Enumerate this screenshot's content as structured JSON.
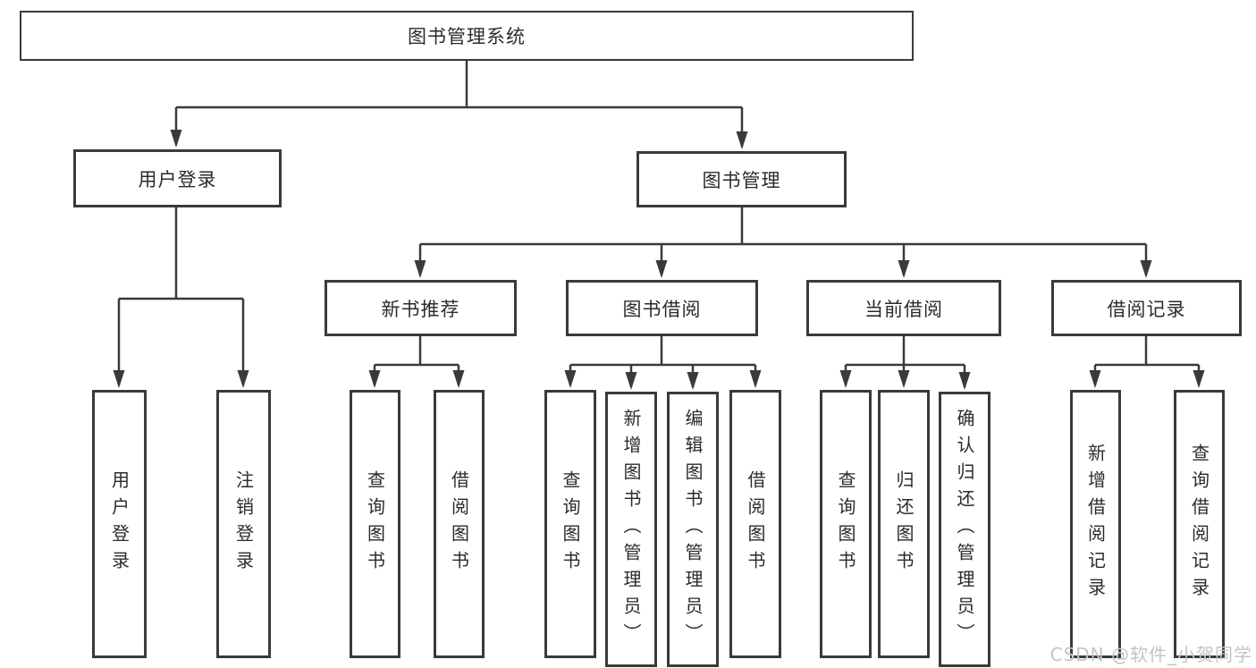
{
  "colors": {
    "line": "#3a3a3a",
    "box_border": "#3a3a3a",
    "text": "#2b2b2b",
    "watermark": "#c7c3c3",
    "background": "#ffffff"
  },
  "tree": {
    "root": {
      "label": "图书管理系统"
    },
    "branches": [
      {
        "label": "用户登录",
        "children": [
          {
            "label": "用户登录"
          },
          {
            "label": "注销登录"
          }
        ]
      },
      {
        "label": "图书管理",
        "children": [
          {
            "label": "新书推荐",
            "children": [
              {
                "label": "查询图书"
              },
              {
                "label": "借阅图书"
              }
            ]
          },
          {
            "label": "图书借阅",
            "children": [
              {
                "label": "查询图书"
              },
              {
                "label": "新增图书（管理员）"
              },
              {
                "label": "编辑图书（管理员）"
              },
              {
                "label": "借阅图书"
              }
            ]
          },
          {
            "label": "当前借阅",
            "children": [
              {
                "label": "查询图书"
              },
              {
                "label": "归还图书"
              },
              {
                "label": "确认归还（管理员）"
              }
            ]
          },
          {
            "label": "借阅记录",
            "children": [
              {
                "label": "新增借阅记录"
              },
              {
                "label": "查询借阅记录"
              }
            ]
          }
        ]
      }
    ]
  },
  "watermark": {
    "text": "CSDN @软件_小贺同学"
  }
}
